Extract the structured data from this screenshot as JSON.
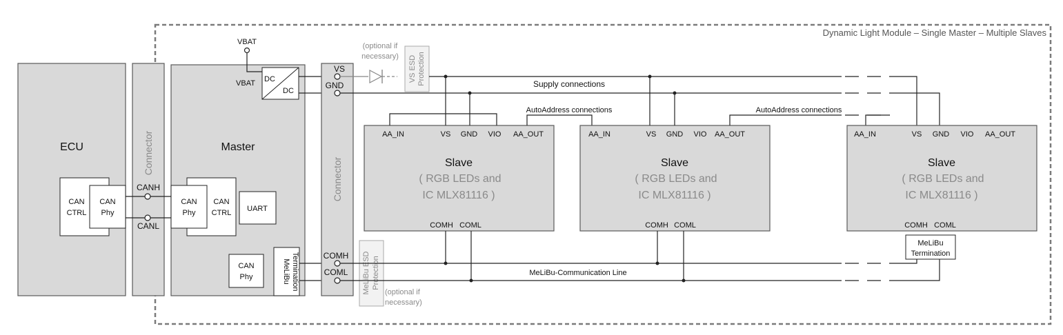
{
  "module_title": "Dynamic Light Module – Single Master – Multiple Slaves",
  "ecu": {
    "title": "ECU",
    "can_ctrl": [
      "CAN",
      "CTRL"
    ],
    "can_phy": [
      "CAN",
      "Phy"
    ]
  },
  "connector_label": "Connector",
  "master": {
    "title": "Master",
    "vbat_in": "VBAT",
    "vbat_pin": "VBAT",
    "dcdc": [
      "DC",
      "DC"
    ],
    "can_phy": [
      "CAN",
      "Phy"
    ],
    "can_ctrl": [
      "CAN",
      "CTRL"
    ],
    "uart": "UART",
    "can_phy2": [
      "CAN",
      "Phy"
    ],
    "melibu_term": [
      "MeLiBu",
      "Termination"
    ]
  },
  "bus_labels": {
    "canh": "CANH",
    "canl": "CANL",
    "vs": "VS",
    "gnd": "GND",
    "comh": "COMH",
    "coml": "COML"
  },
  "vs_esd": [
    "VS ESD",
    "Protection"
  ],
  "melibu_esd": [
    "MeLiBu ESD",
    "Protection"
  ],
  "optional_note": [
    "(optional if",
    "necessary)"
  ],
  "supply_label": "Supply connections",
  "autoaddress_label": "AutoAddress connections",
  "melibu_line_label": "MeLiBu-Communication Line",
  "slave": {
    "title": "Slave",
    "subtitle": [
      "( RGB LEDs and",
      "IC MLX81116 )"
    ],
    "pins_top": {
      "aa_in": "AA_IN",
      "vs": "VS",
      "gnd": "GND",
      "vio": "VIO",
      "aa_out": "AA_OUT"
    },
    "pins_bottom": {
      "comh": "COMH",
      "coml": "COML"
    }
  },
  "slave_termination": [
    "MeLiBu",
    "Termination"
  ]
}
